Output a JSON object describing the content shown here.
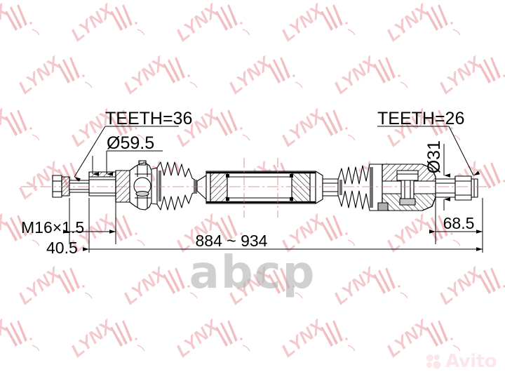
{
  "drawing": {
    "type": "technical-drawing",
    "subject": "cv-joint-drive-shaft-assembly",
    "annotations": {
      "teeth_left": "TEETH=36",
      "diameter_left": "Ø59.5",
      "thread_left": "M16×1.5",
      "length_left": "40.5",
      "overall_length": "884 ~ 934",
      "teeth_right": "TEETH=26",
      "diameter_right": "Ø31",
      "length_right": "68.5"
    },
    "colors": {
      "line": "#000000",
      "background": "#ffffff",
      "watermark_lynx": "#f3c3c6",
      "watermark_abcp": "#b4b4b4",
      "watermark_avito": "#f0b0b8"
    }
  },
  "watermarks": {
    "brand": "LYNX",
    "catalog": "abcp",
    "marketplace": "Avito"
  }
}
